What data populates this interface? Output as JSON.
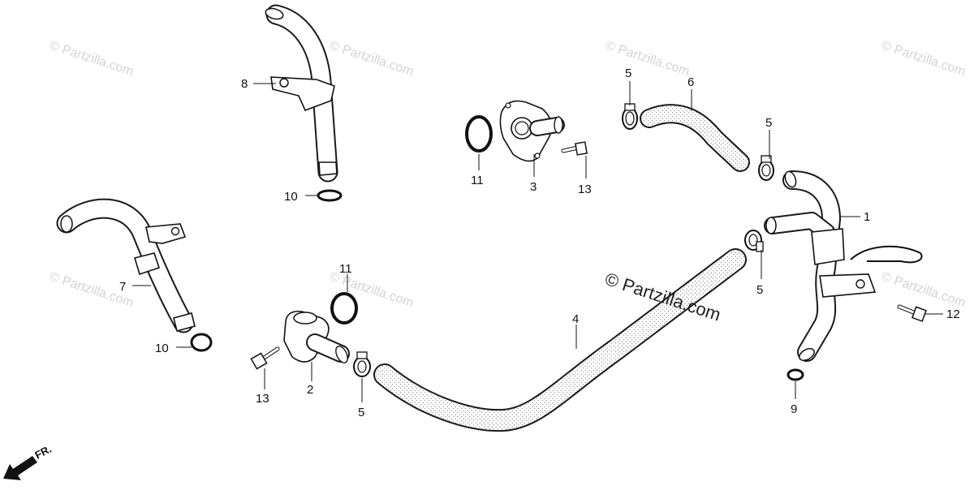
{
  "watermark": {
    "small_text": "© Partzilla.com",
    "main_text": "© Partzilla.com"
  },
  "direction_label": "FR.",
  "callouts": {
    "c1": "1",
    "c2": "2",
    "c3": "3",
    "c4": "4",
    "c5a": "5",
    "c5b": "5",
    "c5c": "5",
    "c5d": "5",
    "c6": "6",
    "c7": "7",
    "c8": "8",
    "c9": "9",
    "c10a": "10",
    "c10b": "10",
    "c11a": "11",
    "c11b": "11",
    "c12": "12",
    "c13a": "13",
    "c13b": "13"
  },
  "colors": {
    "line": "#1a1a1a",
    "watermark": "#d4d4d4",
    "paper": "#ffffff"
  }
}
